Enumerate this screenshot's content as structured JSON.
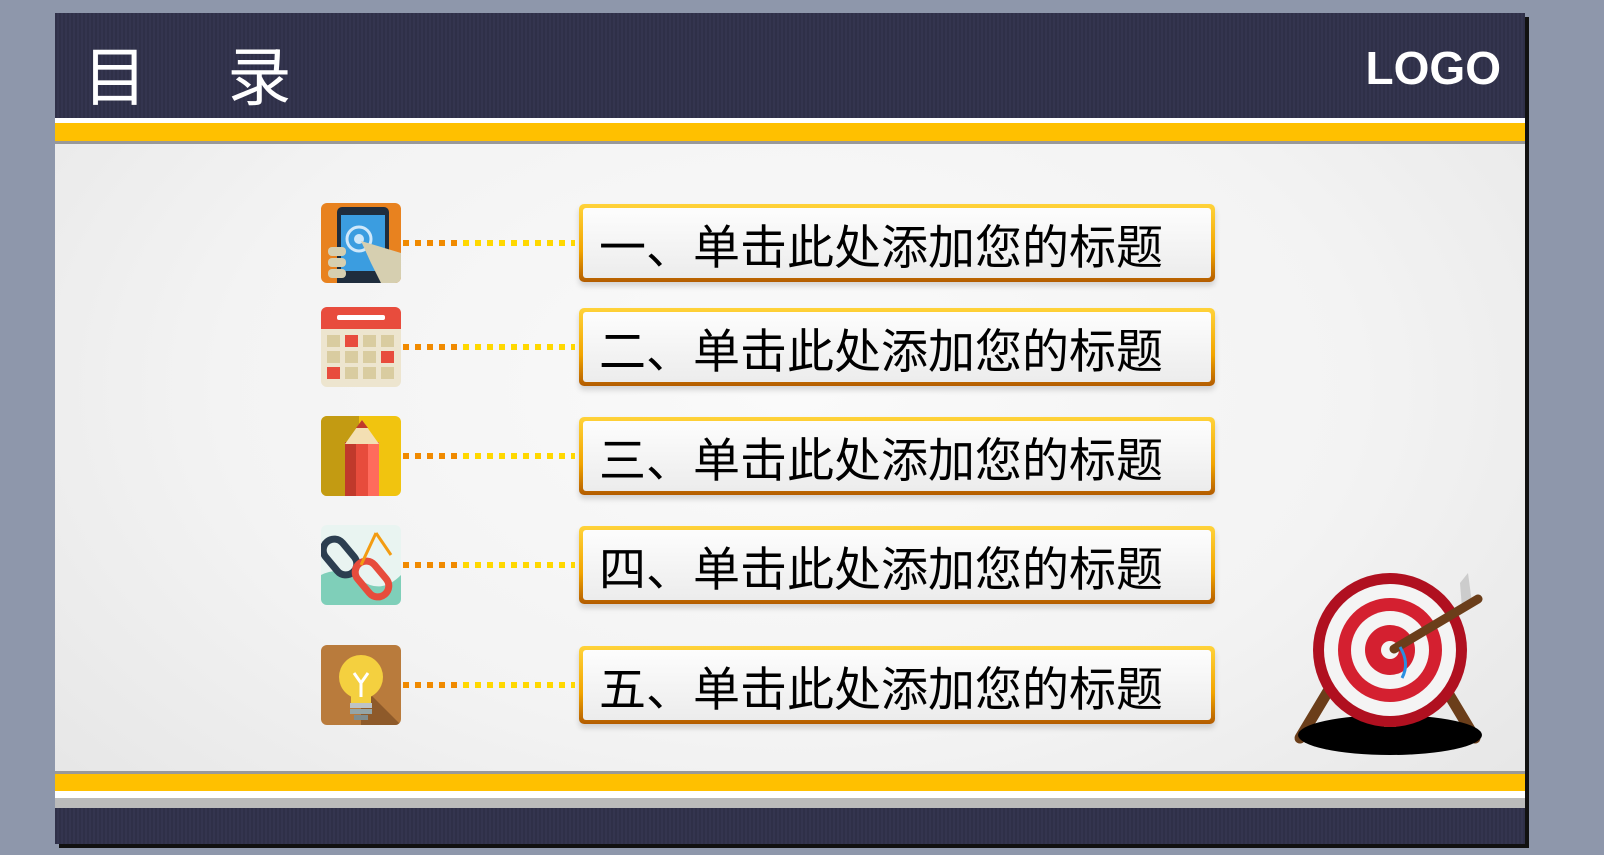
{
  "header": {
    "title": "目 录",
    "logo": "LOGO"
  },
  "items": [
    {
      "label": "一、单击此处添加您的标题",
      "icon": "tablet-touch-icon"
    },
    {
      "label": "二、单击此处添加您的标题",
      "icon": "calendar-icon"
    },
    {
      "label": "三、单击此处添加您的标题",
      "icon": "pencil-icon"
    },
    {
      "label": "四、单击此处添加您的标题",
      "icon": "chain-link-icon"
    },
    {
      "label": "五、单击此处添加您的标题",
      "icon": "lightbulb-icon"
    }
  ],
  "colors": {
    "header": "#2f3048",
    "accent": "#ffc000",
    "background": "#8e97ab"
  }
}
